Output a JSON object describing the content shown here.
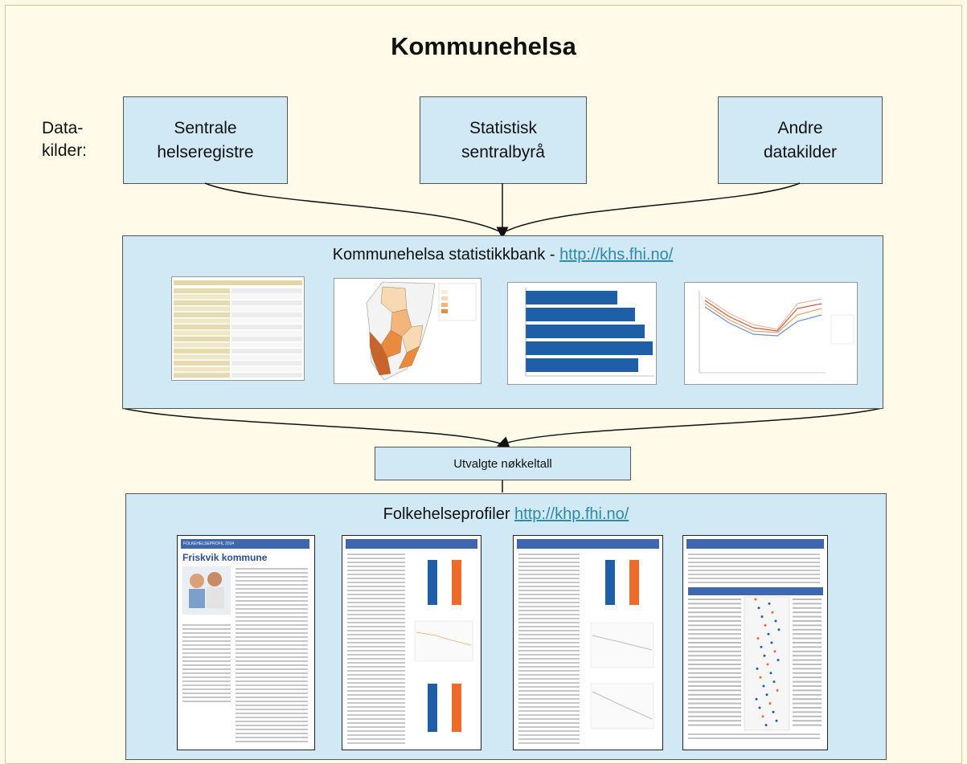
{
  "title": "Kommunehelsa",
  "data_sources_label": "Data-\nkilder:",
  "sources": [
    {
      "label": "Sentrale\nhelseregistre"
    },
    {
      "label": "Statistisk\nsentralbyrå"
    },
    {
      "label": "Andre\ndatakilder"
    }
  ],
  "statistics_bank": {
    "label": "Kommunehelsa statistikkbank - ",
    "link": "http://khs.fhi.no/"
  },
  "key_figures": "Utvalgte nøkkeltall",
  "public_health_profiles": {
    "label": "Folkehelseprofiler ",
    "link": "http://khp.fhi.no/"
  },
  "profile_page": {
    "header": "FOLKEHELSEPROFIL 2014",
    "municipality": "Friskvik kommune"
  },
  "colors": {
    "background": "#fffbe8",
    "box_fill": "#d1e8f5",
    "link": "#2e8aa5",
    "bar_blue": "#1f5fa8",
    "bar_orange": "#ef6b2a"
  }
}
